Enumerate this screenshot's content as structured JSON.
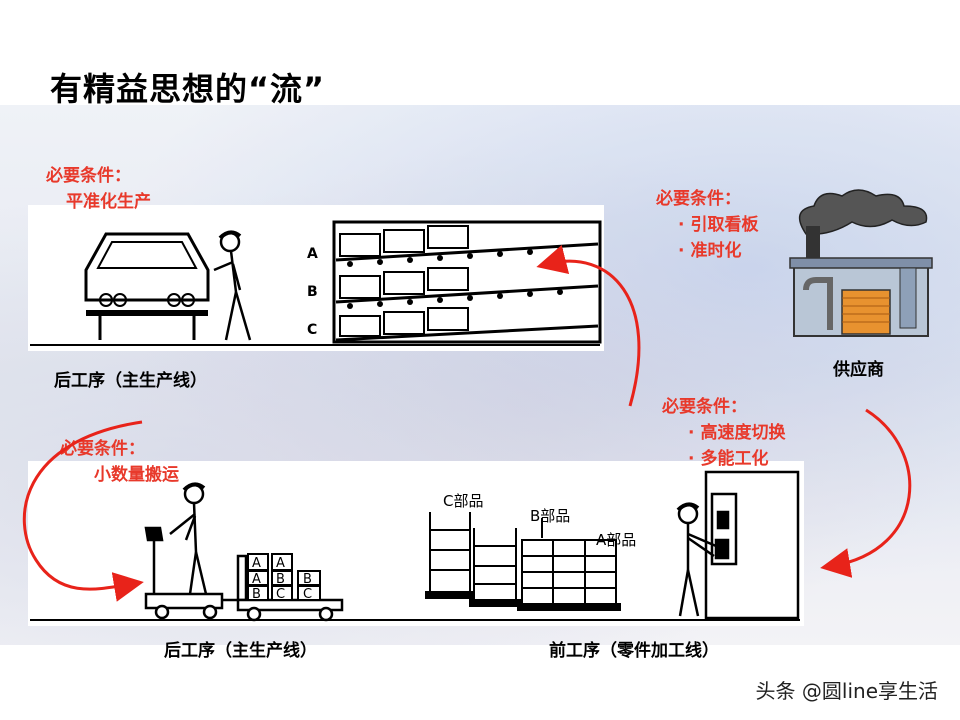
{
  "title": "有精益思想的“流”",
  "requirements": {
    "rear_top": {
      "heading": "必要条件：",
      "items": [
        "平准化生产"
      ]
    },
    "supplier": {
      "heading": "必要条件：",
      "items": [
        "引取看板",
        "准时化"
      ]
    },
    "front": {
      "heading": "必要条件：",
      "items": [
        "高速度切换",
        "多能工化"
      ]
    },
    "rear_bottom": {
      "heading": "必要条件：",
      "items": [
        "小数量搬运"
      ]
    }
  },
  "bullet_symbol": "·",
  "labels": {
    "rear_process_top": "后工序（主生产线）",
    "supplier": "供应商",
    "rear_process_bottom": "后工序（主生产线）",
    "front_process": "前工序（零件加工线）"
  },
  "rack_rows": [
    "A",
    "B",
    "C"
  ],
  "cart_boxes": [
    [
      "A",
      "A"
    ],
    [
      "A",
      "B",
      "B"
    ],
    [
      "B",
      "C",
      "C"
    ]
  ],
  "parts": {
    "c": "C部品",
    "b": "B部品",
    "a": "A部品"
  },
  "watermark": "头条 @圆line享生活",
  "colors": {
    "requirement": "#e8392b",
    "arrow": "#e8231a",
    "text": "#000000"
  },
  "icons": [
    "car-icon",
    "worker-icon",
    "factory-icon",
    "forklift-icon",
    "machine-icon"
  ]
}
